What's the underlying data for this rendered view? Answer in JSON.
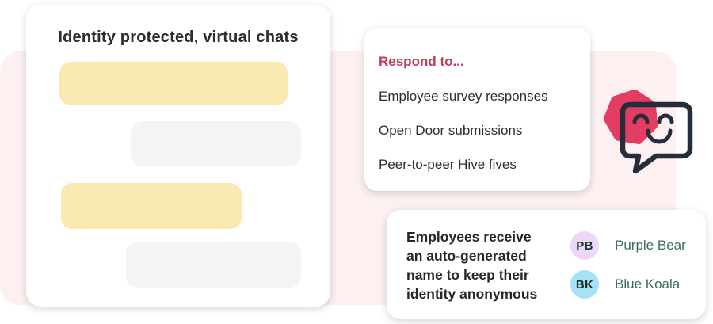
{
  "canvas": {
    "background_color": "#fcf0f0"
  },
  "chat_card": {
    "title": "Identity protected, virtual chats",
    "bubble_colors": {
      "sent_yellow": "#fbe9b2",
      "received_gray": "#f5f3f4"
    }
  },
  "respond_card": {
    "heading": "Respond to...",
    "heading_color": "#c13d58",
    "items": [
      "Employee survey responses",
      "Open Door submissions",
      "Peer-to-peer Hive fives"
    ]
  },
  "logo": {
    "description": "smiling-speech-bubble-logo",
    "blob_color": "#e33e61",
    "outline_color": "#232d3b"
  },
  "anonymous_card": {
    "lines": [
      "Employees receive",
      "an auto-generated",
      "name to keep their",
      "identity anonymous"
    ],
    "name_color": "#3e6e58",
    "users": [
      {
        "initials": "PB",
        "name": "Purple Bear",
        "avatar_color": "#edd6f8"
      },
      {
        "initials": "BK",
        "name": "Blue Koala",
        "avatar_color": "#a6e2f7"
      }
    ]
  }
}
